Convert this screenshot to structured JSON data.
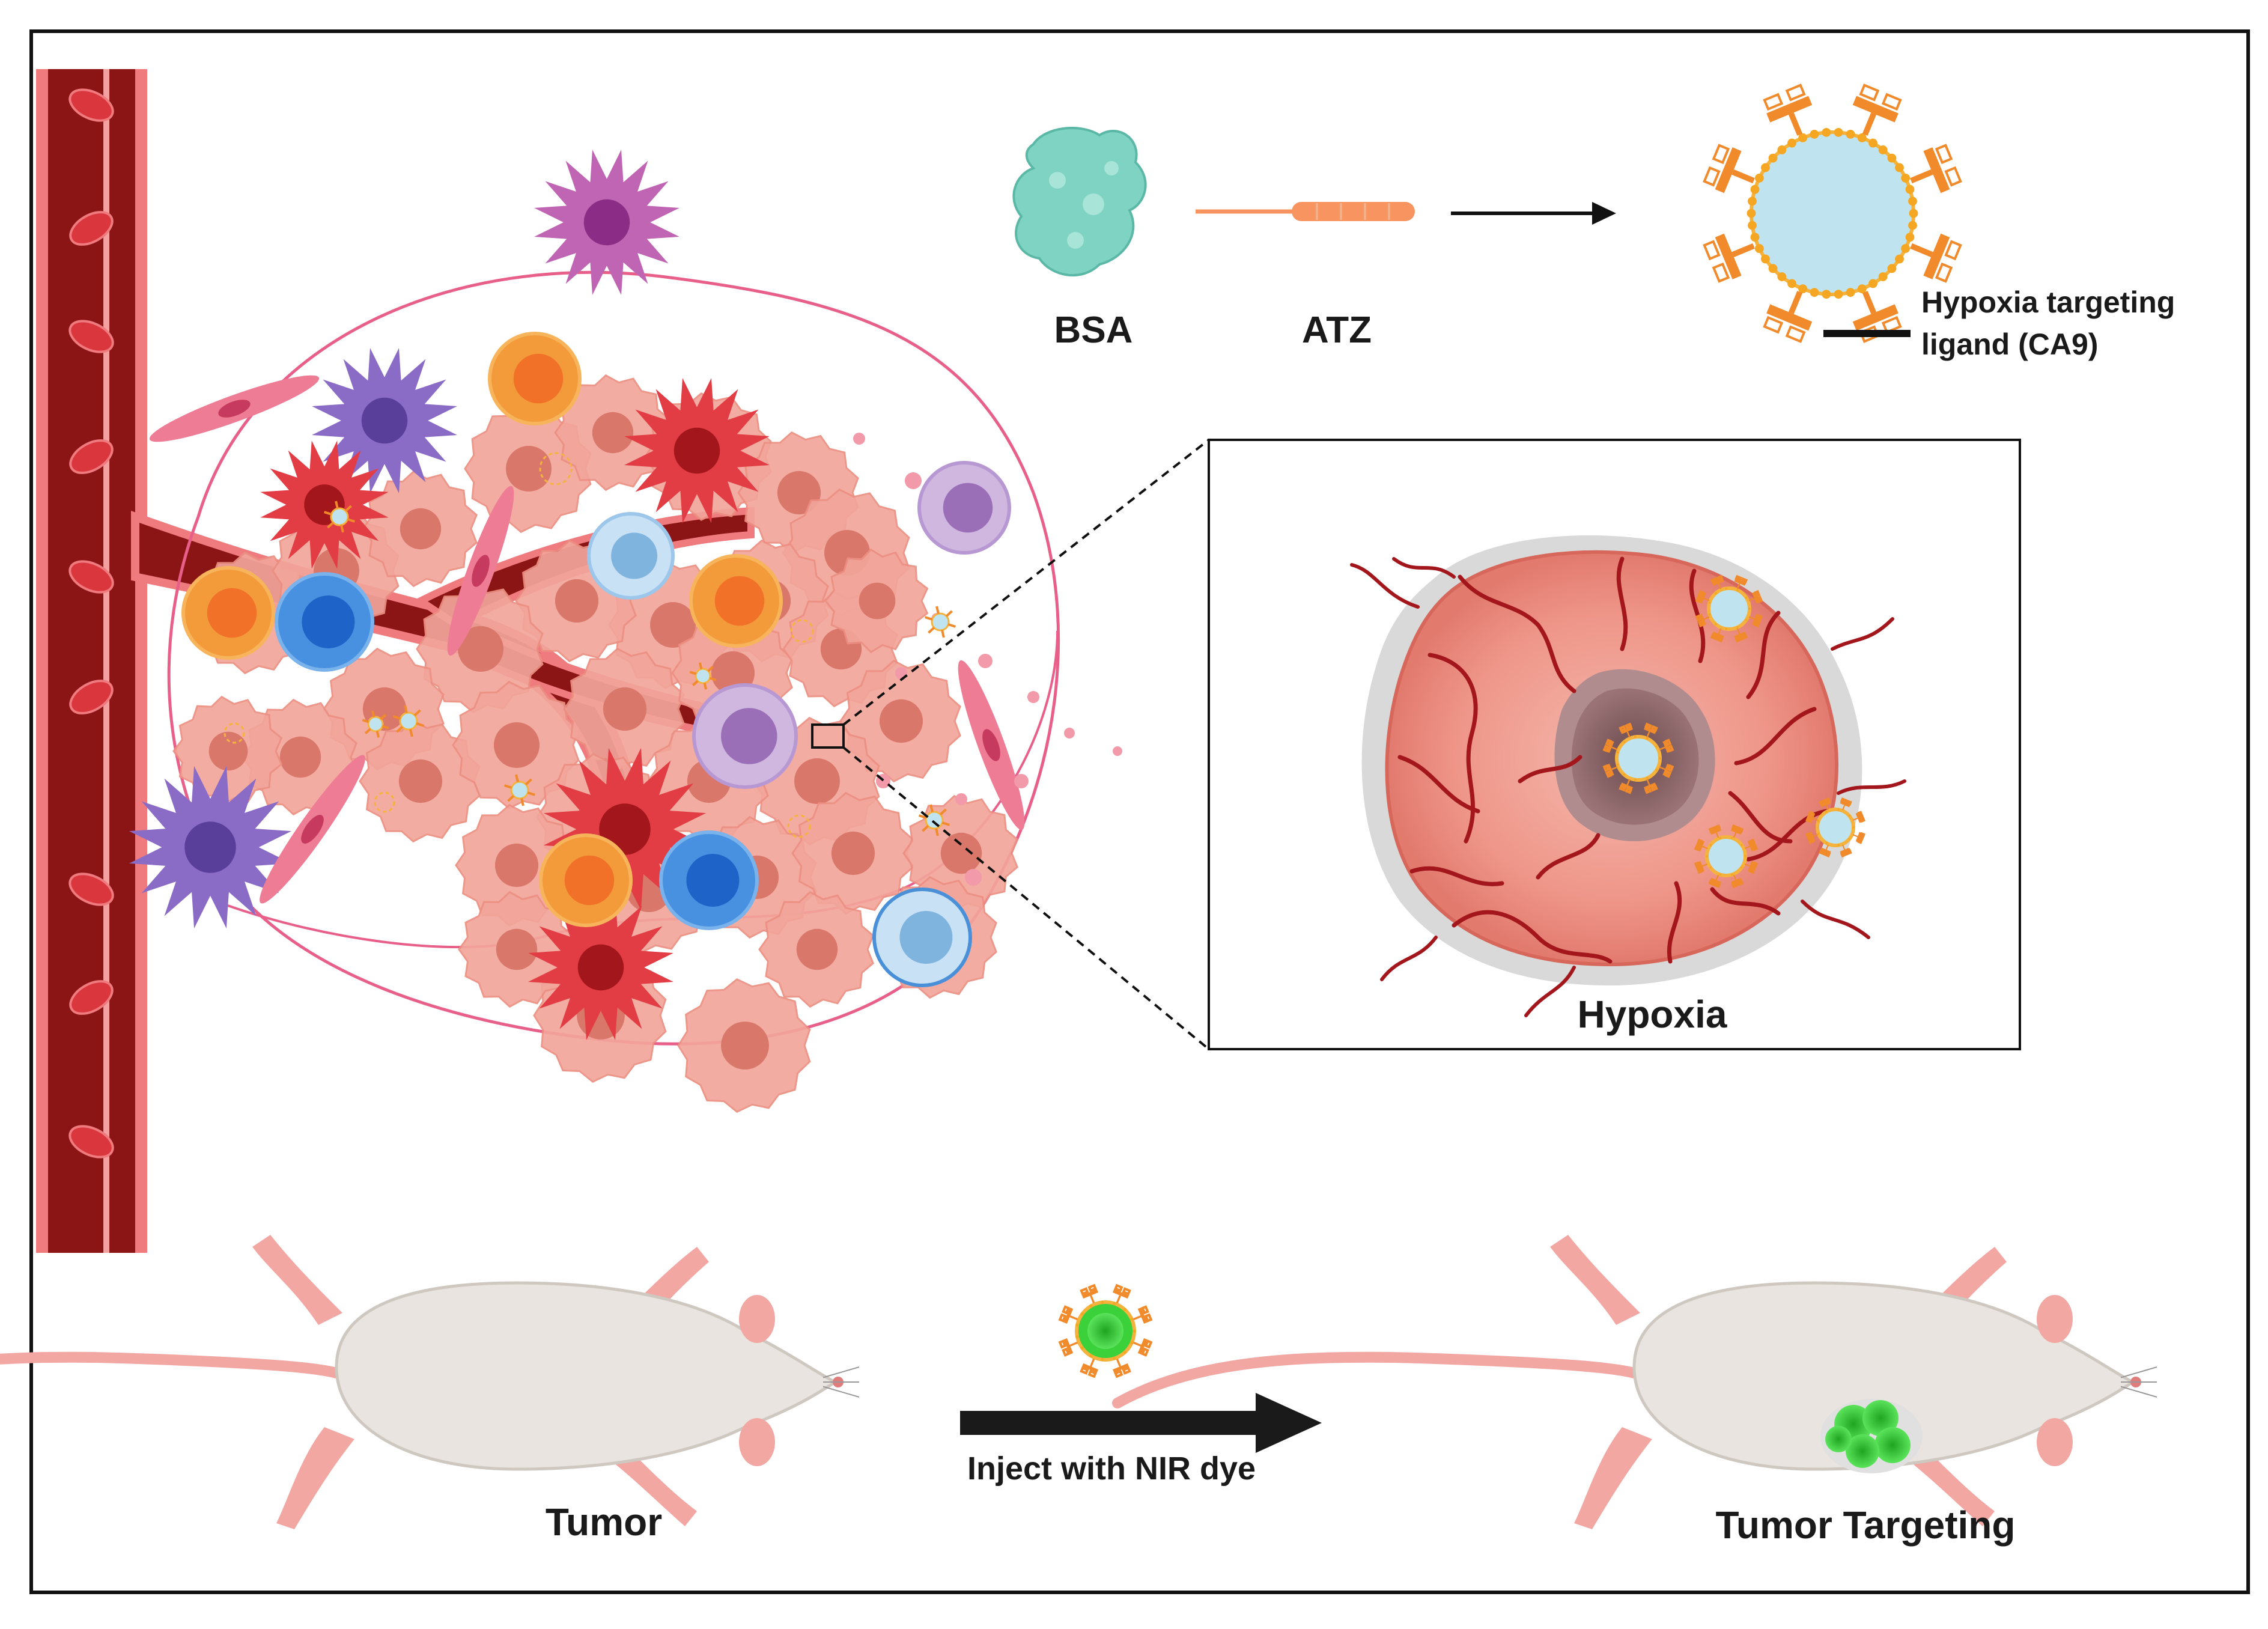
{
  "labels": {
    "bsa": "BSA",
    "atz": "ATZ",
    "ligand_line1": "Hypoxia targeting",
    "ligand_line2": "ligand (CA9)",
    "hypoxia": "Hypoxia",
    "tumor": "Tumor",
    "inject": "Inject with NIR dye",
    "targeting": "Tumor Targeting"
  },
  "colors": {
    "vessel_dark": "#8b1414",
    "vessel_wall": "#e8646c",
    "tumor_cell": "#f2a59a",
    "tumor_nucleus": "#d9786a",
    "protein_bsa": "#7fd3c2",
    "atz_chain": "#f7945f",
    "nanoparticle_core": "#bfe4ef",
    "antibody_orange": "#f08a2a",
    "hypoxic_core": "#7d5b5e",
    "nir_green": "#3ad13a",
    "mouse_body": "#e9e4df",
    "mouse_pink": "#f2a7a3"
  }
}
